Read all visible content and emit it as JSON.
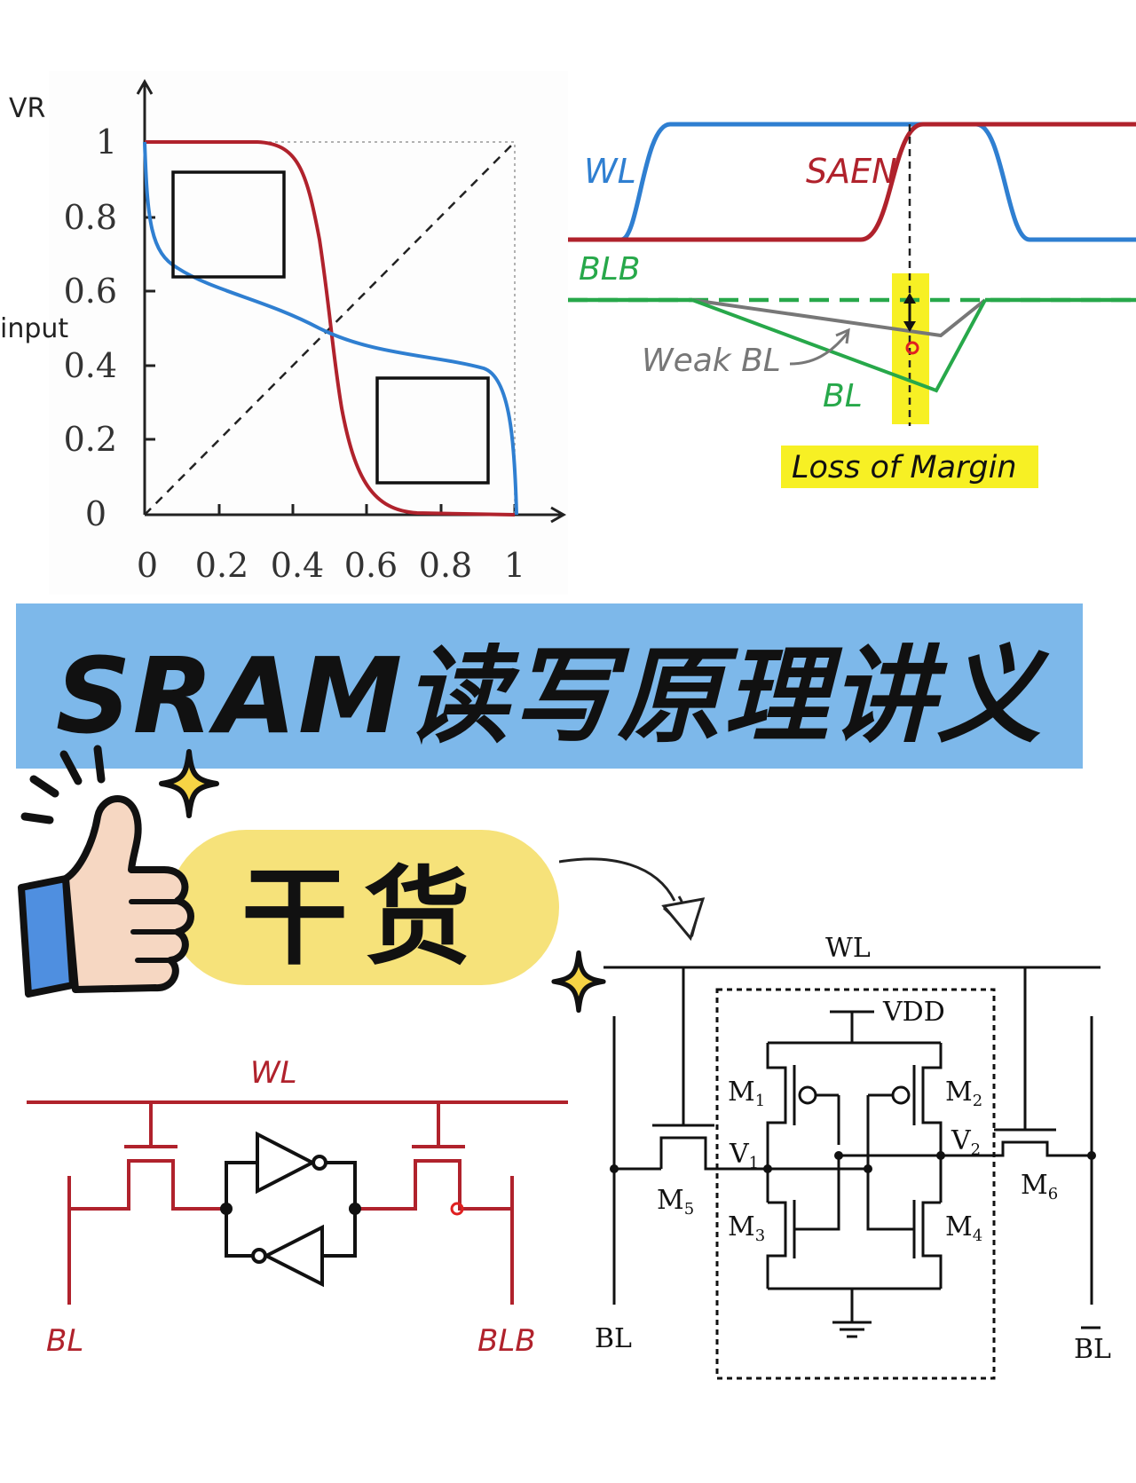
{
  "title": "SRAM读写原理讲义",
  "badge": "干货",
  "vtc": {
    "y_axis_label": "VR",
    "x_axis_label": "input",
    "y_ticks": [
      "1",
      "0.8",
      "0.6",
      "0.4",
      "0.2",
      "0"
    ],
    "x_ticks": [
      "0",
      "0.2",
      "0.4",
      "0.6",
      "0.8",
      "1"
    ]
  },
  "timing": {
    "wl": "WL",
    "saen": "SAEN",
    "blb": "BLB",
    "weak_bl": "Weak BL",
    "bl": "BL",
    "loss_of_margin": "Loss of Margin"
  },
  "cell_simple": {
    "wl": "WL",
    "bl": "BL",
    "blb": "BLB"
  },
  "cell_6t": {
    "wl": "WL",
    "vdd": "VDD",
    "m1": "M",
    "m1_sub": "1",
    "m2": "M",
    "m2_sub": "2",
    "m3": "M",
    "m3_sub": "3",
    "m4": "M",
    "m4_sub": "4",
    "m5": "M",
    "m5_sub": "5",
    "m6": "M",
    "m6_sub": "6",
    "v1": "V",
    "v1_sub": "1",
    "v2": "V",
    "v2_sub": "2",
    "bl": "BL",
    "blb": "BL"
  },
  "colors": {
    "red": "#b0222c",
    "blue": "#2f7fd1",
    "green": "#27a84a",
    "gray": "#777777",
    "highlight": "#f7f024",
    "banner": "#7db8ea",
    "badge": "#f6e27a"
  },
  "icons": [
    "thumbs-up-icon",
    "sparkle-icon",
    "curved-arrow-icon"
  ]
}
